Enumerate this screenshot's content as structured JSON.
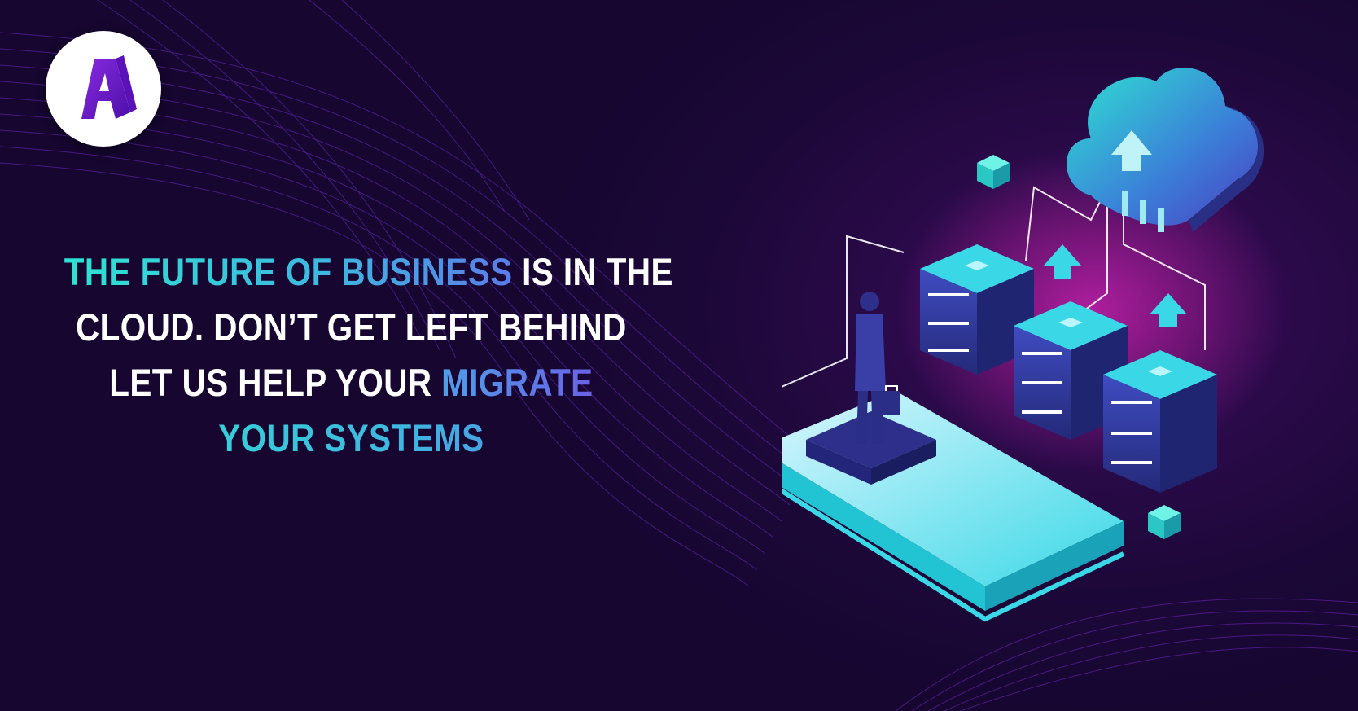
{
  "brand": {
    "logo_icon": "letter-a-logo-icon",
    "logo_colors": [
      "#7b1fd6",
      "#4b0fa8",
      "#ffffff"
    ]
  },
  "headline": {
    "line1_highlight": "THE FUTURE OF BUSINESS",
    "line1_rest": " IS IN THE",
    "line2": "CLOUD. DON’T GET LEFT BEHIND",
    "line3_plain": "LET US HELP YOUR ",
    "line3_highlight": "MIGRATE",
    "line4_highlight": "YOUR SYSTEMS"
  },
  "illustration": {
    "icons": [
      "cloud-icon",
      "upload-arrow-icon",
      "server-stack-icon",
      "smartphone-icon",
      "businessman-icon",
      "briefcase-icon",
      "cube-icon"
    ],
    "accent_colors": [
      "#2ee3d2",
      "#4a4fc8",
      "#2a2f86",
      "#ff2fd0"
    ]
  }
}
